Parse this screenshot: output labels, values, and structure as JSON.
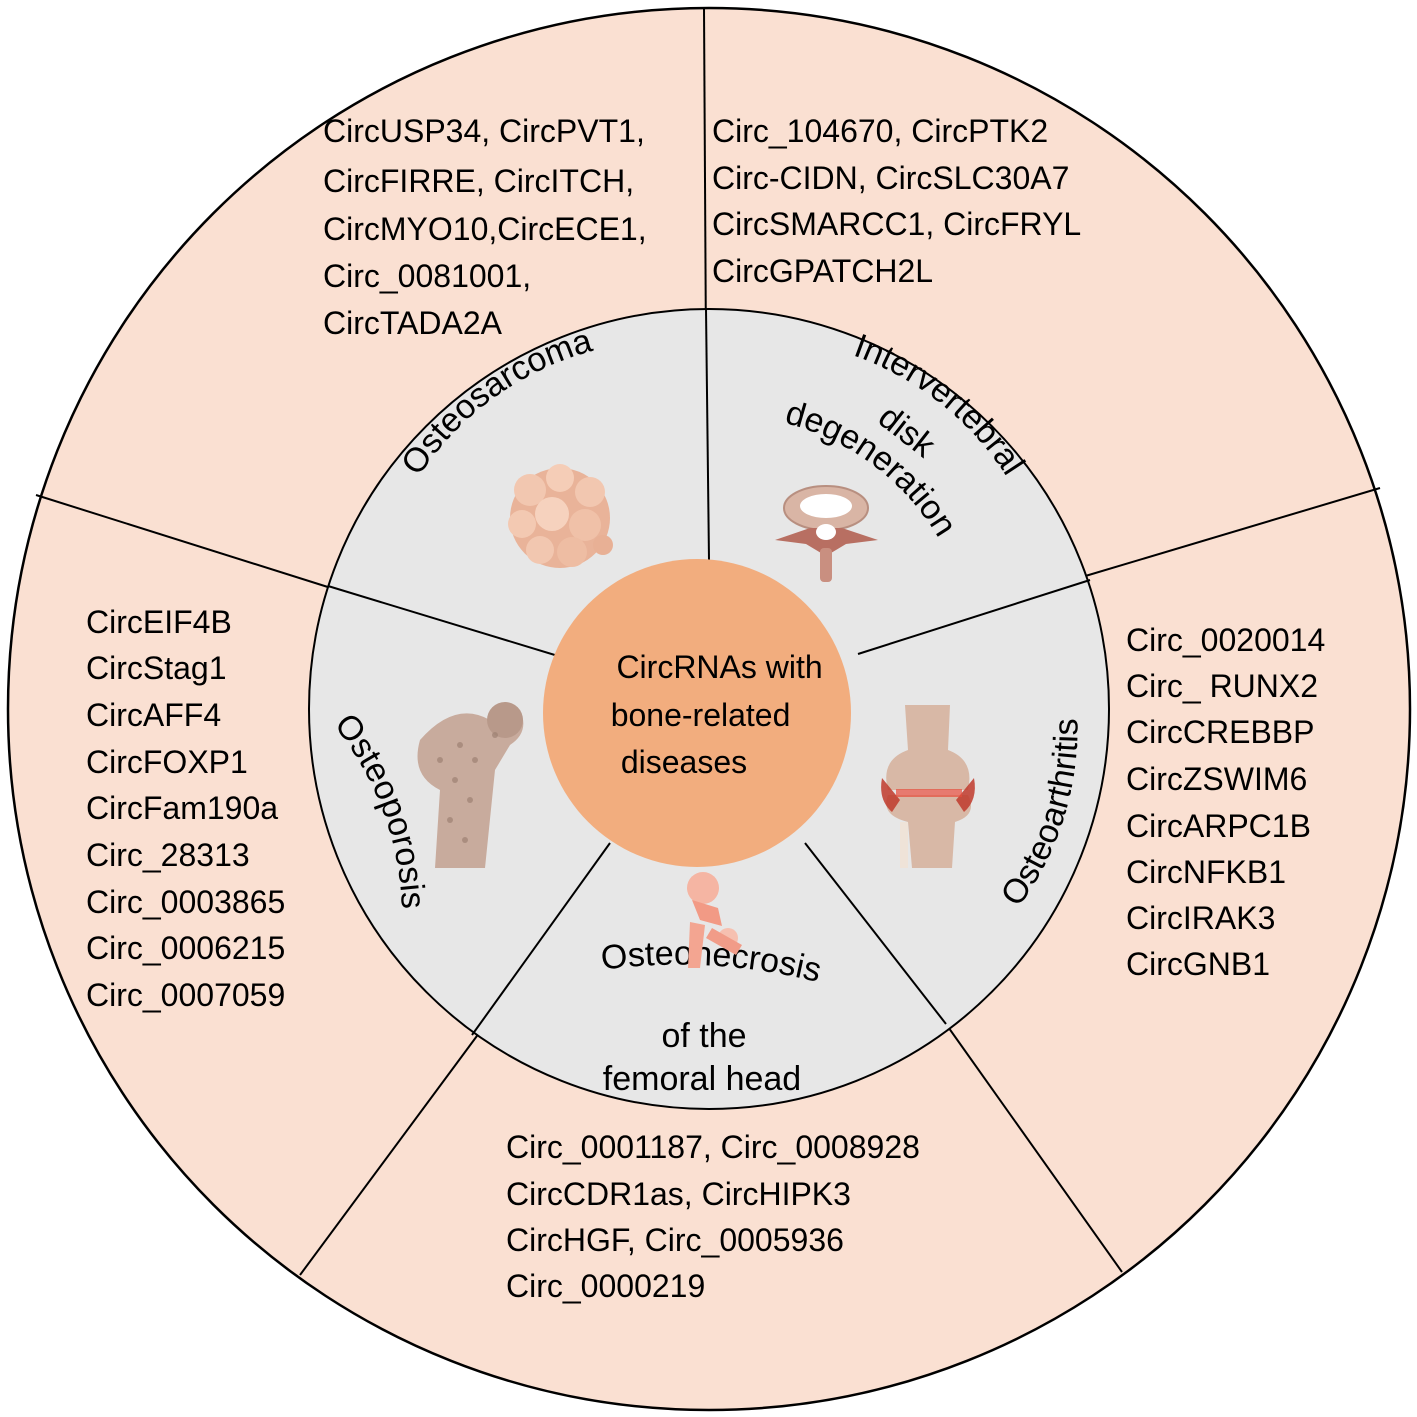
{
  "center": {
    "lines": [
      "CircRNAs with",
      "bone-related",
      "diseases"
    ],
    "fill": "#f2ad7e"
  },
  "colors": {
    "outer_ring": "#fae0d2",
    "inner_ring": "#e7e7e7",
    "stroke": "#000000"
  },
  "segments": [
    {
      "id": "osteosarcoma",
      "disease_lines": [
        "Osteosarcoma"
      ],
      "icon": "tumor-icon",
      "circrnas": [
        "CircUSP34, CircPVT1,",
        "CircFIRRE, CircITCH,",
        "CircMYO10,CircECE1,",
        "Circ_0081001,",
        "CircTADA2A"
      ]
    },
    {
      "id": "intervertebral-disk-degeneration",
      "disease_lines": [
        "Intervertebral",
        "disk",
        "degeneration"
      ],
      "icon": "vertebra-icon",
      "circrnas": [
        "Circ_104670, CircPTK2",
        "Circ-CIDN, CircSLC30A7",
        "CircSMARCC1, CircFRYL",
        "CircGPATCH2L"
      ]
    },
    {
      "id": "osteoarthritis",
      "disease_lines": [
        "Osteoarthritis"
      ],
      "icon": "knee-joint-icon",
      "circrnas": [
        "Circ_0020014",
        "Circ_ RUNX2",
        "CircCREBBP",
        "CircZSWIM6",
        "CircARPC1B",
        "CircNFKB1",
        "CircIRAK3",
        "CircGNB1"
      ]
    },
    {
      "id": "osteonecrosis-femoral-head",
      "disease_lines": [
        "Osteonecrosis",
        "of the",
        "femoral head"
      ],
      "icon": "hip-joint-icon",
      "circrnas": [
        "Circ_0001187, Circ_0008928",
        "CircCDR1as, CircHIPK3",
        "CircHGF, Circ_0005936",
        "Circ_0000219"
      ]
    },
    {
      "id": "osteoporosis",
      "disease_lines": [
        "Osteoporosis"
      ],
      "icon": "femur-bone-icon",
      "circrnas": [
        "CircEIF4B",
        "CircStag1",
        "CircAFF4",
        "CircFOXP1",
        "CircFam190a",
        "Circ_28313",
        "Circ_0003865",
        "Circ_0006215",
        "Circ_0007059"
      ]
    }
  ]
}
